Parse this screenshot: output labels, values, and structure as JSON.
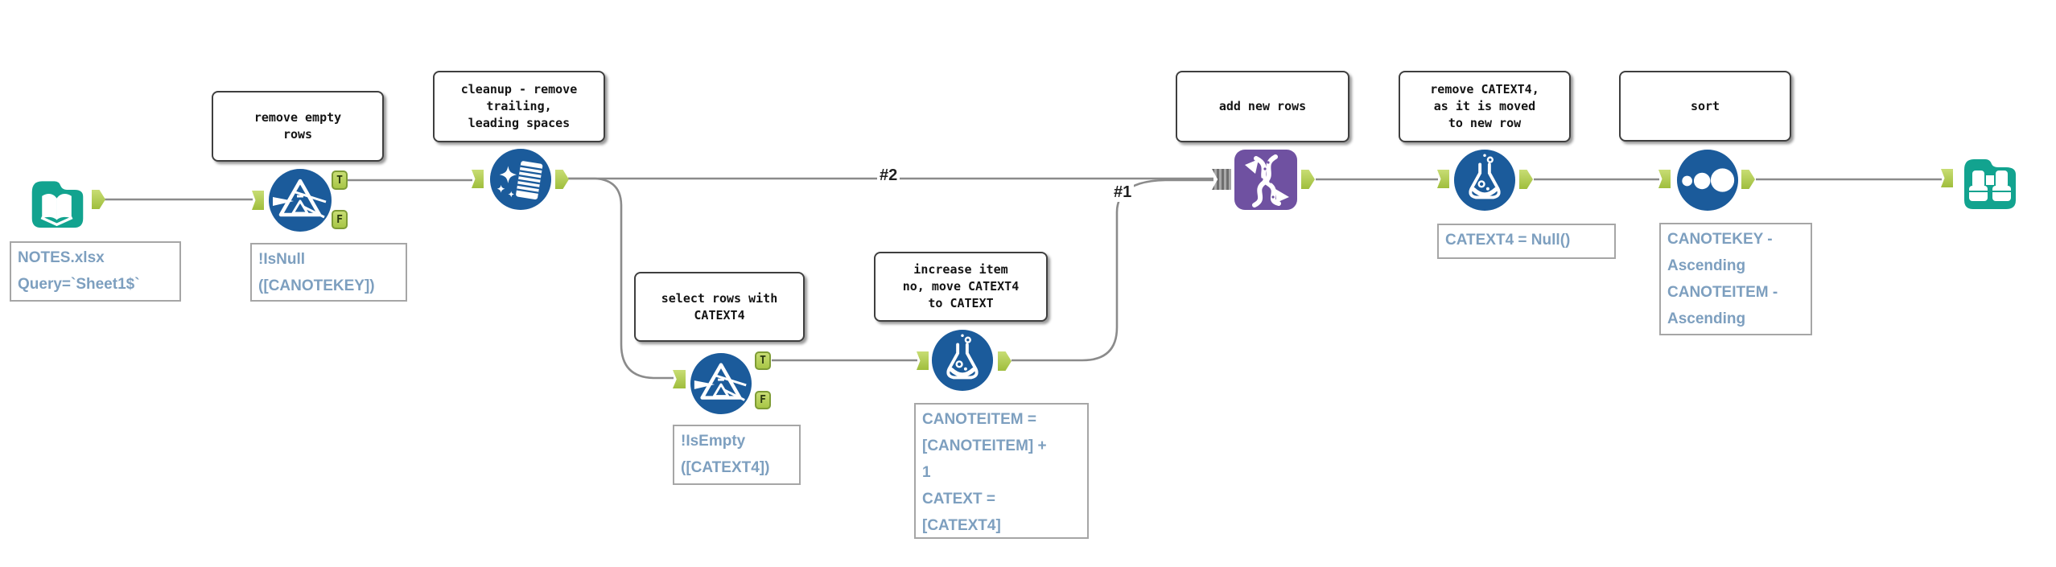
{
  "app": "workflow-canvas",
  "colors": {
    "tool_blue": "#1b5b9b",
    "tool_teal": "#12a38f",
    "tool_purple": "#6f51a1",
    "anchor_green": "#aecb45",
    "connection_gray": "#8b8b8b",
    "annotation_text": "#7d9fbf",
    "comment_border": "#3f3f3f"
  },
  "tools": [
    {
      "type": "Input Data",
      "icon": "book-folder-icon",
      "annotation": "NOTES.xlsx\nQuery=`Sheet1$`"
    },
    {
      "type": "Filter",
      "icon": "filter-prism-icon",
      "comment": "remove empty\nrows",
      "annotation": "!IsNull\n([CANOTEKEY])"
    },
    {
      "type": "Data Cleansing",
      "icon": "sparkle-table-icon",
      "comment": "cleanup - remove\ntrailing,\nleading spaces"
    },
    {
      "type": "Filter",
      "icon": "filter-prism-icon",
      "comment": "select rows with\nCATEXT4",
      "annotation": "!IsEmpty\n([CATEXT4])"
    },
    {
      "type": "Formula",
      "icon": "flask-icon",
      "comment": "increase item\nno, move CATEXT4\nto CATEXT",
      "annotation": "CANOTEITEM =\n[CANOTEITEM] +\n1\nCATEXT =\n[CATEXT4]"
    },
    {
      "type": "Union",
      "icon": "helix-icon",
      "comment": "add new rows"
    },
    {
      "type": "Formula",
      "icon": "flask-icon",
      "comment": "remove CATEXT4,\nas it is moved\nto new row",
      "annotation": "CATEXT4 = Null()"
    },
    {
      "type": "Sort",
      "icon": "dots-icon",
      "comment": "sort",
      "annotation": "CANOTEKEY -\nAscending\nCANOTEITEM -\nAscending"
    },
    {
      "type": "Browse",
      "icon": "binoculars-icon"
    }
  ],
  "anchor_labels": {
    "true": "T",
    "false": "F"
  },
  "connection_labels": {
    "union_input1": "#1",
    "union_input2": "#2"
  }
}
